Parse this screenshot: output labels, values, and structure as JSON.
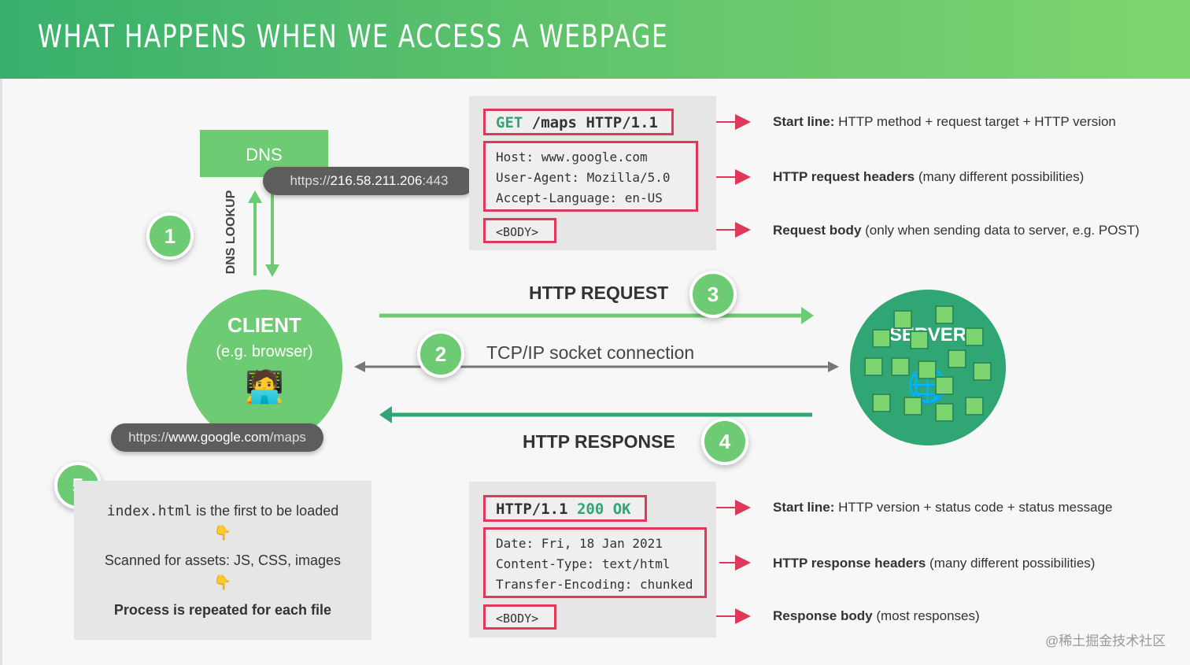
{
  "title": "WHAT HAPPENS WHEN WE ACCESS A WEBPAGE",
  "colors": {
    "green": "#6ccb73",
    "dark_green": "#2fa673",
    "red": "#e0385a",
    "gray_arrow": "#777777"
  },
  "dns": {
    "label": "DNS",
    "lookup_label": "DNS LOOKUP",
    "ip_url": {
      "scheme": "https://",
      "host": "216.58.211.206",
      "port": ":443"
    }
  },
  "client": {
    "title": "CLIENT",
    "subtitle": "(e.g. browser)",
    "icon": "person-with-laptop-icon",
    "url": {
      "scheme": "https://",
      "host": "www.google.com",
      "path": "/maps"
    }
  },
  "server": {
    "label": "SERVER",
    "icon": "globe-server-icon"
  },
  "steps": [
    "1",
    "2",
    "3",
    "4",
    "5"
  ],
  "flows": {
    "request": "HTTP REQUEST",
    "tcp": "TCP/IP socket connection",
    "response": "HTTP RESPONSE"
  },
  "request": {
    "method": "GET",
    "target": "/maps",
    "version": "HTTP/1.1",
    "headers": [
      "Host: www.google.com",
      "User-Agent: Mozilla/5.0",
      "Accept-Language: en-US"
    ],
    "body": "<BODY>"
  },
  "response": {
    "version": "HTTP/1.1",
    "status": "200 OK",
    "headers": [
      "Date: Fri, 18 Jan 2021",
      "Content-Type: text/html",
      "Transfer-Encoding: chunked"
    ],
    "body": "<BODY>"
  },
  "annotations": {
    "req_start": {
      "bold": "Start line:",
      "text": " HTTP method + request target + HTTP version"
    },
    "req_headers": {
      "bold": "HTTP request headers",
      "text": " (many different possibilities)"
    },
    "req_body": {
      "bold": "Request body",
      "text": " (only when sending data to server, e.g. POST)"
    },
    "res_start": {
      "bold": "Start line:",
      "text": " HTTP version + status code + status message"
    },
    "res_headers": {
      "bold": "HTTP response headers",
      "text": " (many different possibilities)"
    },
    "res_body": {
      "bold": "Response body",
      "text": " (most responses)"
    }
  },
  "step5": {
    "code": "index.html",
    "line1_rest": " is the first to be loaded",
    "line2": "Scanned for assets: JS, CSS, images",
    "line3": "Process is repeated for each file",
    "hand_icon": "pointing-down-hand-icon"
  },
  "watermark": "@稀土掘金技术社区"
}
